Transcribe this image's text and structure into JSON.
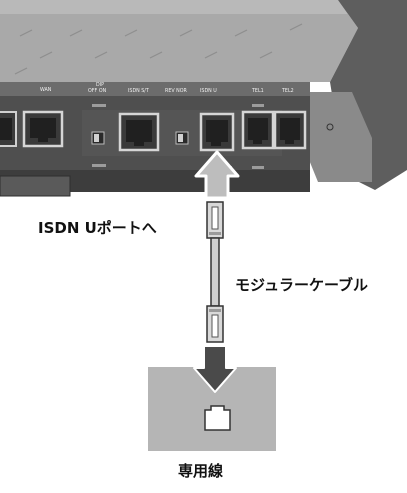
{
  "device": {
    "port_labels": {
      "wan": "WAN",
      "switch_top": "DIP",
      "switch": "OFF ON",
      "isdn_st": "ISDN S/T",
      "rev_nor": "REV NOR",
      "isdn_u": "ISDN U",
      "tel1": "TEL1",
      "tel2": "TEL2"
    }
  },
  "labels": {
    "isdn_u_port": "ISDN Uポートへ",
    "modular_cable": "モジュラーケーブル",
    "dedicated_line": "専用線"
  }
}
